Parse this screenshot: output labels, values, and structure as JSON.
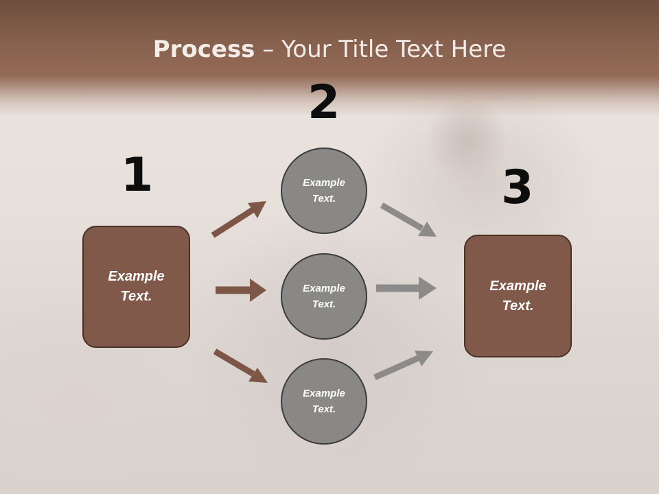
{
  "slide": {
    "title_bold": "Process",
    "title_rest": " – Your Title Text Here",
    "numbers": [
      "1",
      "2",
      "3"
    ],
    "left_box": {
      "line1": "Example",
      "line2": "Text."
    },
    "right_box": {
      "line1": "Example",
      "line2": "Text."
    },
    "circles": [
      {
        "line1": "Example",
        "line2": "Text."
      },
      {
        "line1": "Example",
        "line2": "Text."
      },
      {
        "line1": "Example",
        "line2": "Text."
      }
    ]
  },
  "colors": {
    "title_band": "#86604d",
    "box_fill": "#81594a",
    "circle_fill": "#898887",
    "brown_arrow": "#7e5647",
    "gray_arrow": "#8c8b8a",
    "number_text": "#0d0d0d"
  },
  "icons": {
    "arrow_left_to_top": "arrow-right-up",
    "arrow_left_to_mid": "arrow-right",
    "arrow_left_to_bot": "arrow-right-down",
    "arrow_top_to_right": "arrow-right-down",
    "arrow_mid_to_right": "arrow-right",
    "arrow_bot_to_right": "arrow-right-up"
  }
}
